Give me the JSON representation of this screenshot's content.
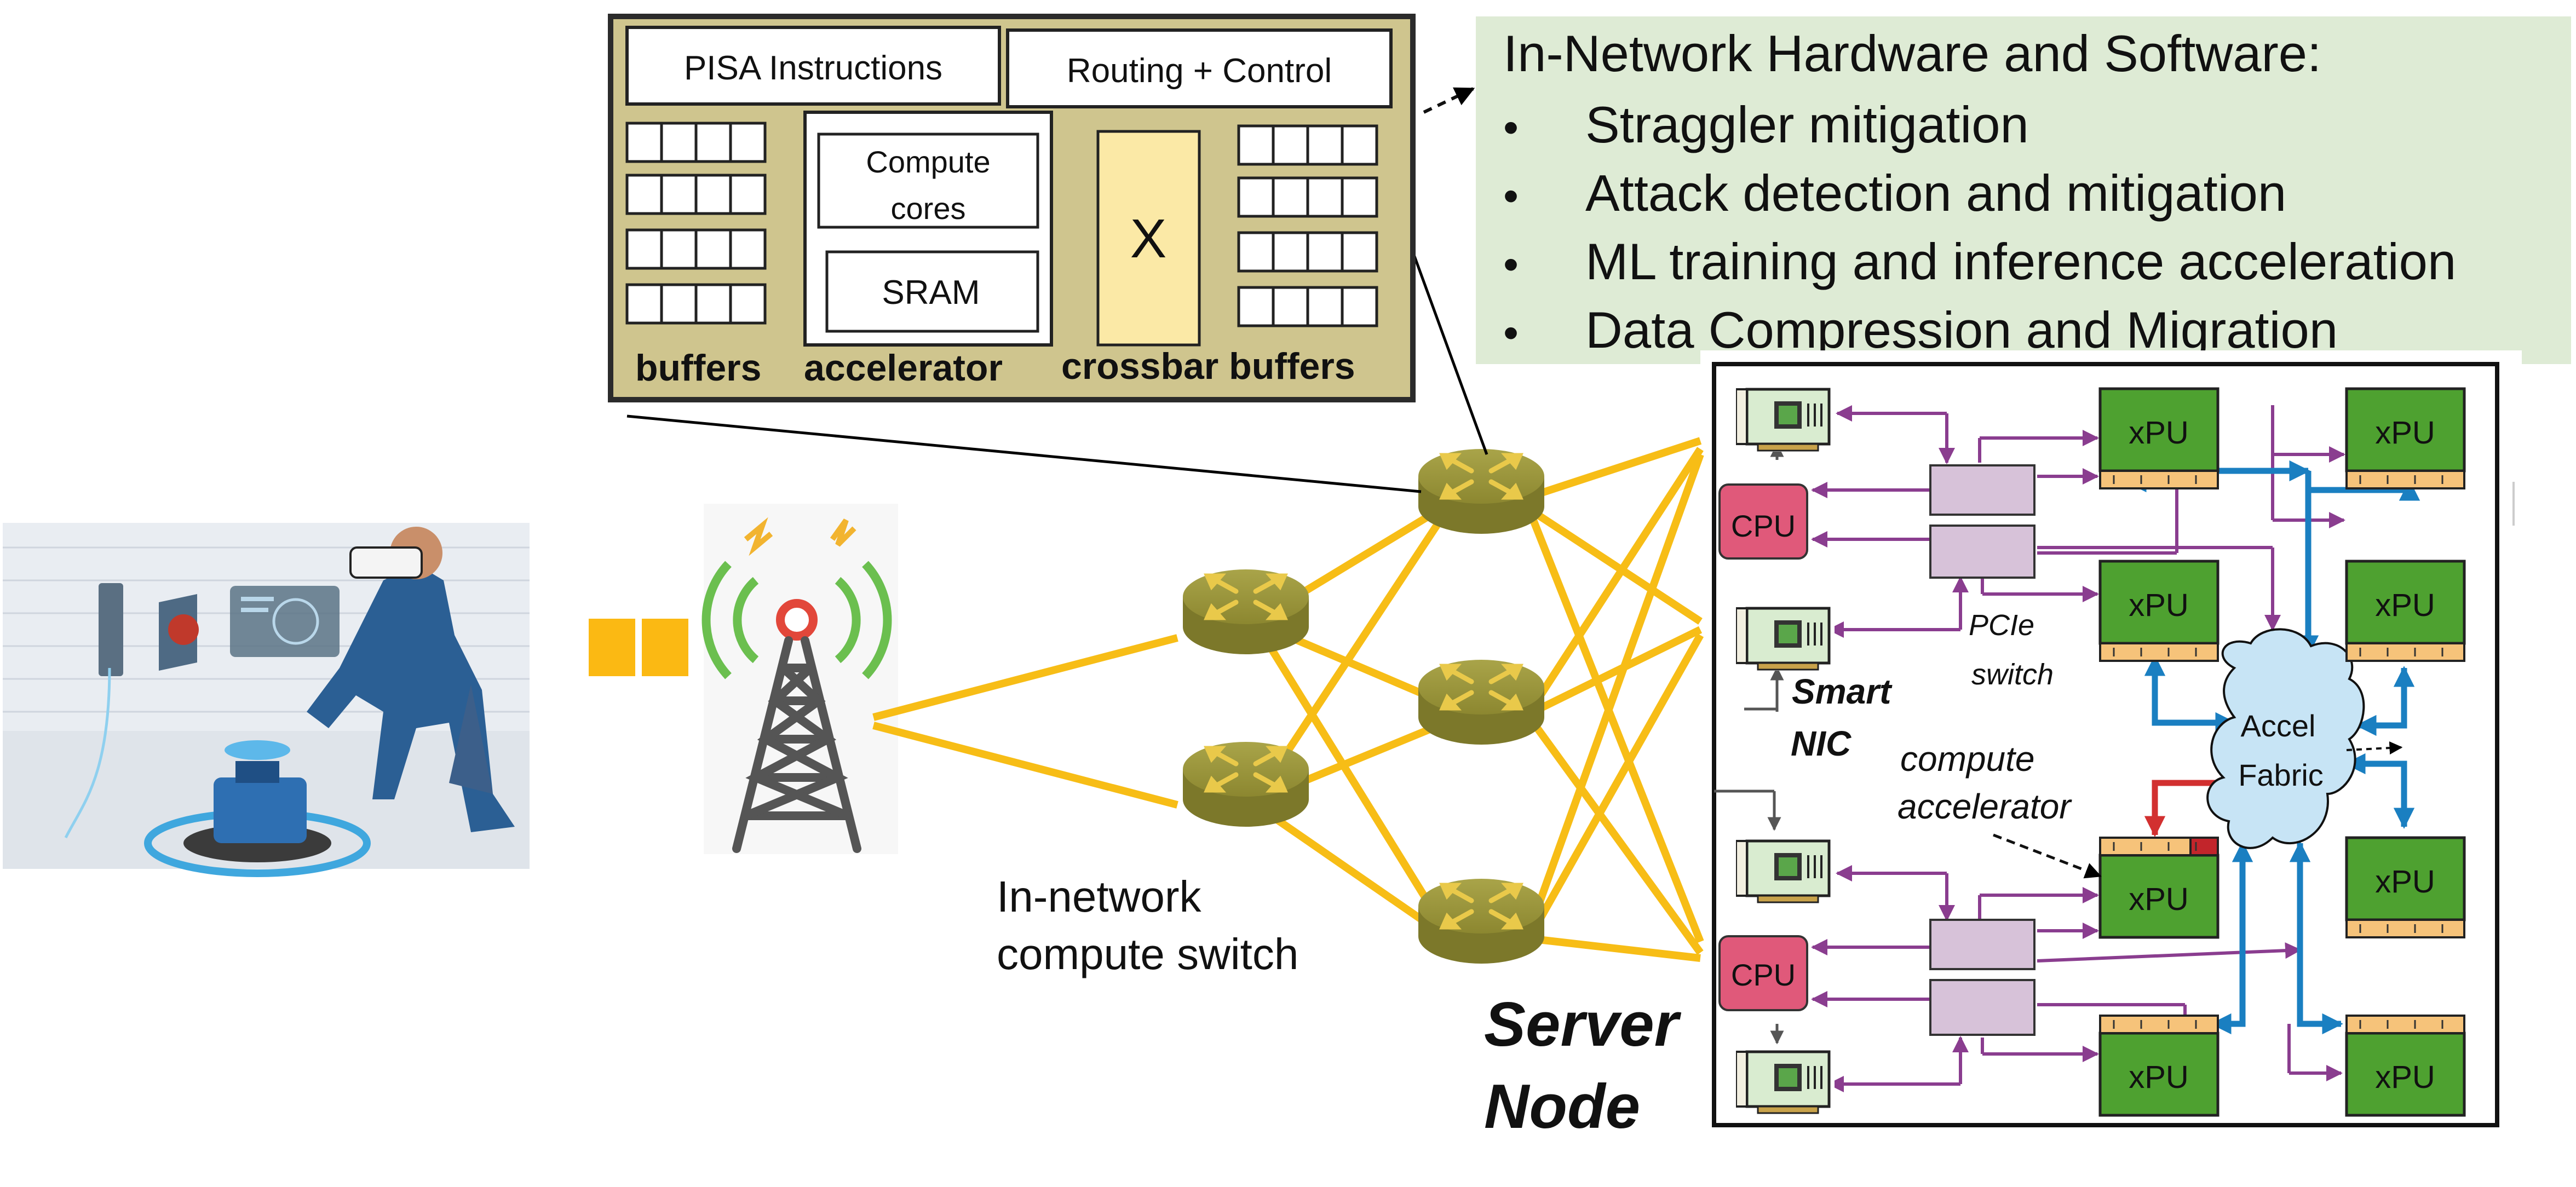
{
  "chip": {
    "pisa_label": "PISA Instructions",
    "routing_label": "Routing + Control",
    "compute_label_1": "Compute",
    "compute_label_2": "cores",
    "sram_label": "SRAM",
    "crossbar_symbol": "X",
    "buffers_left_label": "buffers",
    "accelerator_label": "accelerator",
    "crossbar_buffers_label": "crossbar buffers",
    "colors": {
      "fill": "#cfc58e",
      "border": "#2b2b2b",
      "crossbar": "#fbe9a6"
    }
  },
  "info_panel": {
    "title": "In-Network Hardware and Software:",
    "bullets": [
      "Straggler mitigation",
      "Attack detection and mitigation",
      "ML training and inference acceleration",
      "Data Compression and Migration"
    ],
    "bullet_char": "•",
    "background": "#deebd5"
  },
  "network": {
    "switch_label_1": "In-network",
    "switch_label_2": "compute switch",
    "link_color": "#f7bd16",
    "router_color": "#8f8a32",
    "router_icon": "router-icon",
    "tower_icon": "cell-tower-icon",
    "vr_image": "vr-user-photo"
  },
  "server": {
    "title_1": "Server",
    "title_2": "Node",
    "cpu_label": "CPU",
    "xpu_label": "xPU",
    "smart_nic_1": "Smart",
    "smart_nic_2": "NIC",
    "pcie_1": "PCIe",
    "pcie_2": "switch",
    "compute_acc_1": "compute",
    "compute_acc_2": "accelerator",
    "fabric_1": "Accel",
    "fabric_2": "Fabric",
    "colors": {
      "cpu": "#e0597a",
      "xpu": "#4ea130",
      "pcie": "#d7c2d9",
      "fabric_link": "#1a7fc1",
      "pcie_link": "#8a3d8f",
      "acc_link": "#d23030",
      "fabric_cloud": "#c7e4f5"
    }
  }
}
